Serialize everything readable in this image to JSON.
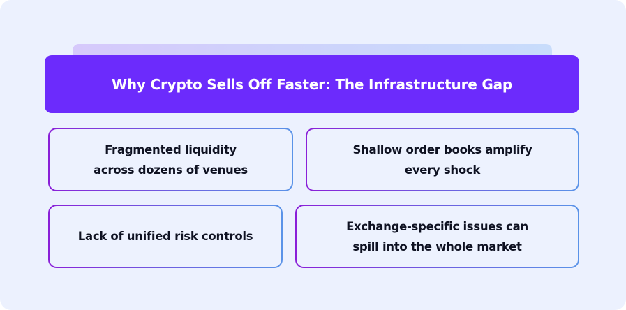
{
  "header": {
    "title": "Why Crypto Sells Off Faster: The Infrastructure Gap"
  },
  "cards": [
    {
      "text": "Fragmented liquidity\nacross dozens of venues"
    },
    {
      "text": "Shallow order books amplify\nevery shock"
    },
    {
      "text": "Lack of unified risk controls"
    },
    {
      "text": "Exchange-specific issues can\nspill into the whole market"
    }
  ],
  "colors": {
    "background": "#ecf1fe",
    "header_bg": "#6c2bfc",
    "header_text": "#ffffff",
    "card_border_start": "#8a1fd8",
    "card_border_end": "#5a93e8",
    "card_text": "#0f1222"
  }
}
